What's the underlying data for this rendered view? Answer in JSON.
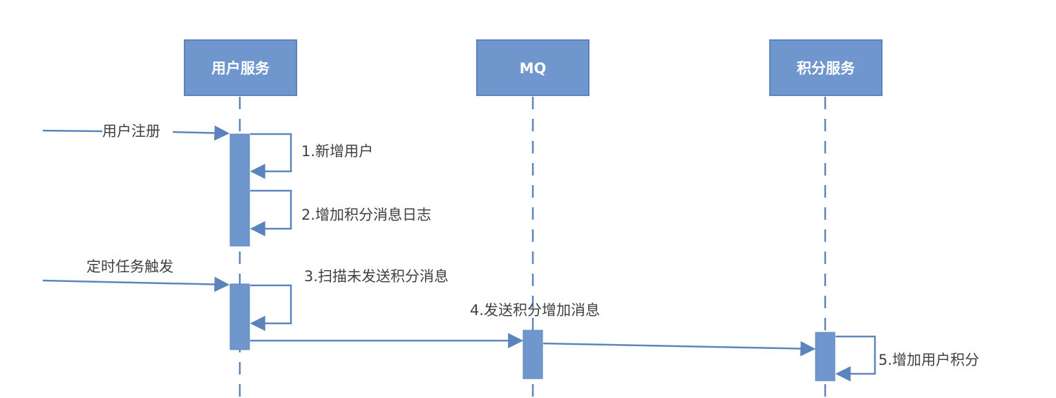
{
  "participants": [
    {
      "id": "user",
      "label": "用户服务"
    },
    {
      "id": "mq",
      "label": "MQ"
    },
    {
      "id": "points",
      "label": "积分服务"
    }
  ],
  "incoming": [
    {
      "label": "用户注册"
    },
    {
      "label": "定时任务触发"
    }
  ],
  "steps": [
    {
      "label": "1.新增用户"
    },
    {
      "label": "2.增加积分消息日志"
    },
    {
      "label": "3.扫描未发送积分消息"
    },
    {
      "label": "4.发送积分增加消息"
    },
    {
      "label": "5.增加用户积分"
    }
  ],
  "colors": {
    "box_fill": "#6f97cd",
    "box_border": "#5b84bd",
    "line": "#5b84bd",
    "text": "#404040"
  }
}
